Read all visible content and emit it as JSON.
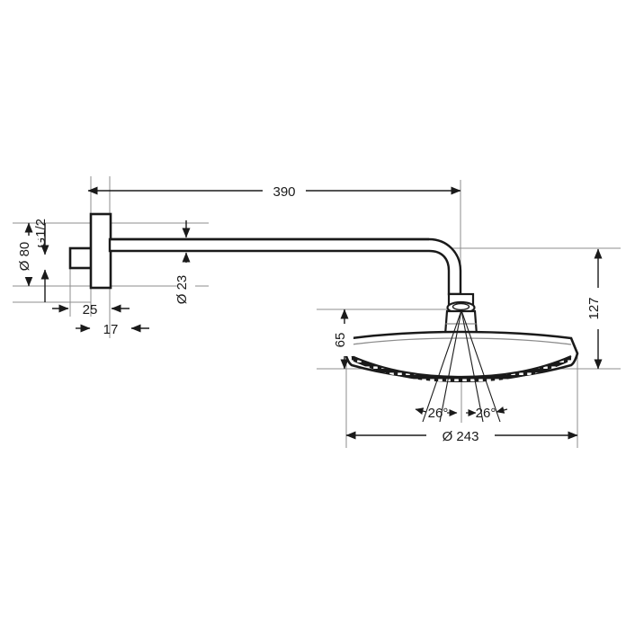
{
  "drawing": {
    "type": "technical-dimension-drawing",
    "subject": "wall-mounted overhead rain shower with shower arm",
    "background_color": "#ffffff",
    "line_color": "#1a1a1a",
    "construction_line_color": "#8c8c8c",
    "units": "mm",
    "view": "side elevation"
  },
  "dimensions": {
    "arm_length": {
      "label": "390",
      "orientation": "horizontal",
      "description": "projection from wall to shower head center"
    },
    "thread_size": {
      "label": "G1/2",
      "orientation": "vertical-text",
      "description": "inlet connection thread"
    },
    "flange_diameter": {
      "label": "Ø 80",
      "orientation": "vertical-text",
      "description": "wall escutcheon diameter"
    },
    "arm_diameter": {
      "label": "Ø 23",
      "orientation": "vertical-text",
      "description": "shower arm tube diameter"
    },
    "flange_offset": {
      "label": "25",
      "orientation": "horizontal",
      "description": "offset to flange face"
    },
    "nipple_length": {
      "label": "17",
      "orientation": "horizontal",
      "description": "threaded nipple projection"
    },
    "head_drop": {
      "label": "65",
      "orientation": "vertical",
      "description": "drop from arm outlet to spray face"
    },
    "total_height": {
      "label": "127",
      "orientation": "vertical",
      "description": "overall height from arm top to spray face"
    },
    "head_diameter": {
      "label": "Ø 243",
      "orientation": "horizontal",
      "description": "overhead shower plate diameter"
    },
    "spray_angle_left": {
      "label": "26°",
      "orientation": "angular",
      "description": "left spray cone half angle"
    },
    "spray_angle_right": {
      "label": "26°",
      "orientation": "angular",
      "description": "right spray cone half angle"
    }
  },
  "chart_data": {
    "type": "table",
    "title": "Overhead shower dimensional data",
    "categories": [
      "390",
      "G1/2",
      "Ø 80",
      "Ø 23",
      "25",
      "17",
      "65",
      "127",
      "Ø 243",
      "26°",
      "26°"
    ],
    "values": [
      390,
      0.5,
      80,
      23,
      25,
      17,
      65,
      127,
      243,
      26,
      26
    ]
  }
}
